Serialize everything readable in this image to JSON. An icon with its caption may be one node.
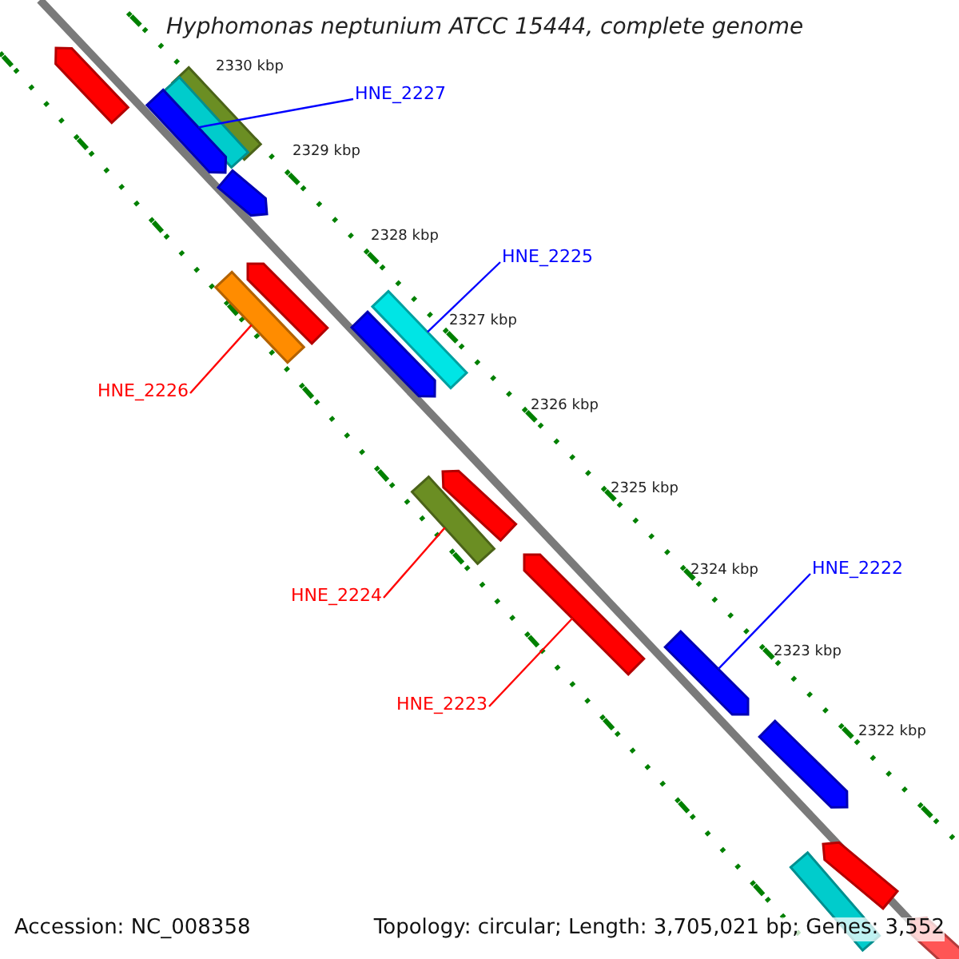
{
  "diagram": {
    "title": "Hyphomonas neptunium ATCC 15444, complete genome",
    "nodes": [
      {
        "text": [
          "HNE_2227"
        ]
      },
      {
        "text": [
          "HNE_2225"
        ]
      },
      {
        "text": [
          "HNE_2226"
        ]
      },
      {
        "text": [
          "HNE_2222"
        ]
      },
      {
        "text": [
          "HNE_2224"
        ]
      },
      {
        "text": [
          "HNE_2223"
        ]
      },
      {
        "text": [],
        "shape": "arrow"
      },
      {
        "text": [],
        "shape": "bar"
      },
      {
        "text": [],
        "shape": "bar"
      },
      {
        "text": [],
        "shape": "arrow"
      },
      {
        "text": [],
        "shape": "arrow"
      },
      {
        "text": [],
        "shape": "arrow"
      },
      {
        "text": [],
        "shape": "bar"
      },
      {
        "text": [],
        "shape": "bar"
      },
      {
        "text": [],
        "shape": "arrow"
      },
      {
        "text": [],
        "shape": "arrow"
      },
      {
        "text": [],
        "shape": "bar"
      },
      {
        "text": [],
        "shape": "arrow"
      },
      {
        "text": [],
        "shape": "arrow"
      },
      {
        "text": [],
        "shape": "arrow"
      },
      {
        "text": [],
        "shape": "arrow"
      },
      {
        "text": [],
        "shape": "bar"
      },
      {
        "text": [],
        "shape": "arrow"
      }
    ],
    "edges": [
      {
        "from": 0,
        "to": 9,
        "arrow": "none",
        "color": "#0000ff"
      },
      {
        "from": 1,
        "to": 13,
        "arrow": "none",
        "color": "#0000ff"
      },
      {
        "from": 2,
        "to": 12,
        "arrow": "none",
        "color": "#ff0000"
      },
      {
        "from": 3,
        "to": 18,
        "arrow": "none",
        "color": "#0000ff"
      },
      {
        "from": 4,
        "to": 16,
        "arrow": "none",
        "color": "#ff0000"
      },
      {
        "from": 5,
        "to": 17,
        "arrow": "none",
        "color": "#ff0000"
      }
    ],
    "labels": [
      "2330 kbp",
      "2329 kbp",
      "2328 kbp",
      "2327 kbp",
      "2326 kbp",
      "2325 kbp",
      "2324 kbp",
      "2323 kbp",
      "2322 kbp",
      "Accession: NC_008358",
      "Topology: circular; Length: 3,705,021 bp; Genes: 3,552"
    ]
  }
}
